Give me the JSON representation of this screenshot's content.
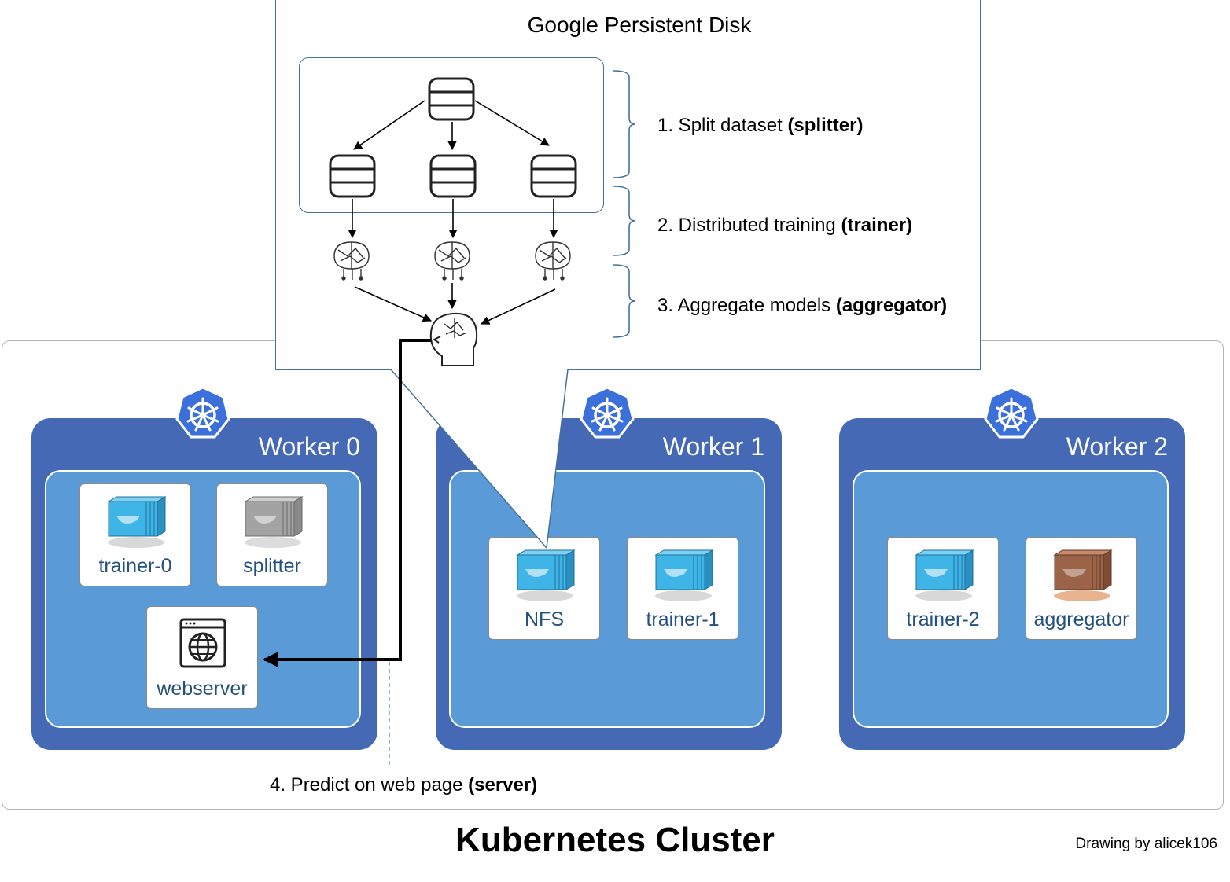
{
  "storage": {
    "title": "Google Persistent Disk"
  },
  "steps": [
    {
      "text": "1. Split dataset ",
      "bold": "(splitter)"
    },
    {
      "text": "2. Distributed training ",
      "bold": "(trainer)"
    },
    {
      "text": "3. Aggregate models ",
      "bold": "(aggregator)"
    },
    {
      "text": "4. Predict on web page ",
      "bold": "(server)"
    }
  ],
  "workers": [
    {
      "title": "Worker 0",
      "pods": [
        "trainer-0",
        "splitter",
        "webserver"
      ]
    },
    {
      "title": "Worker 1",
      "pods": [
        "NFS",
        "trainer-1"
      ]
    },
    {
      "title": "Worker 2",
      "pods": [
        "trainer-2",
        "aggregator"
      ]
    }
  ],
  "cluster": {
    "title": "Kubernetes Cluster",
    "credit": "Drawing by alicek106"
  },
  "colors": {
    "worker": "#4569b4",
    "worker_inner": "#5a9ad6",
    "container_blue": "#3fb4e6",
    "container_gray": "#9a9a9a",
    "container_brown": "#9b6347",
    "label_text": "#24507f",
    "accent_line": "#44729c"
  },
  "icons": [
    "database-icon",
    "neural-network-icon",
    "brain-head-icon",
    "kubernetes-icon",
    "docker-container-icon",
    "web-browser-icon"
  ]
}
